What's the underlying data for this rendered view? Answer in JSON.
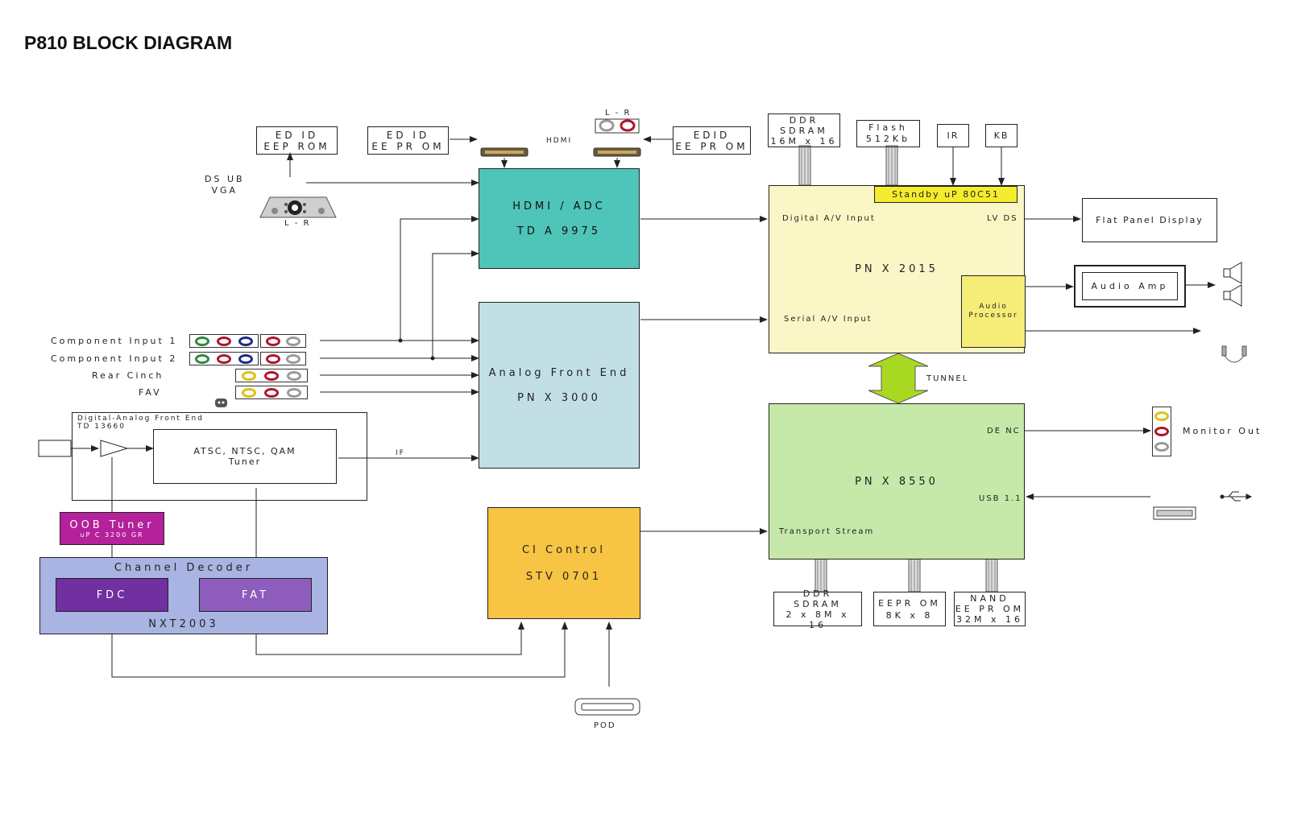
{
  "title": "P810 BLOCK DIAGRAM",
  "blocks": {
    "edid1": [
      "ED ID",
      "EEP ROM"
    ],
    "edid2": [
      "ED ID",
      "EE PR OM"
    ],
    "edid3": [
      "EDID",
      "EE PR OM"
    ],
    "hdmi_adc": [
      "HDMI / ADC",
      "TD A 9975"
    ],
    "afe": [
      "Analog Front End",
      "PN X 3000"
    ],
    "tuner_box_title": [
      "Digital-Analog Front End",
      "TD 13660"
    ],
    "tuner": [
      "ATSC, NTSC, QAM",
      "Tuner"
    ],
    "oob": [
      "OOB Tuner",
      "uP C 3200 GR"
    ],
    "channel_decoder": "Channel Decoder",
    "fdc": "FDC",
    "fat": "FAT",
    "nxt": "NXT2003",
    "ci": [
      "CI Control",
      "STV 0701"
    ],
    "pnx2015": "PN X 2015",
    "pnx8550": "PN X 8550",
    "ddr1": [
      "DDR",
      "SDRAM",
      "16M x 16"
    ],
    "flash": [
      "Flash",
      "512Kb"
    ],
    "ir": "IR",
    "kb": "KB",
    "standby": "Standby uP 80C51",
    "flat_panel": "Flat Panel Display",
    "audio_amp": "Audio Amp",
    "audio_proc": [
      "Audio",
      "Processor"
    ],
    "ddr2": [
      "DDR",
      "SDRAM",
      "2 x 8M x 16"
    ],
    "eeprom": [
      "EEPR OM",
      "8K x 8"
    ],
    "nand": [
      "NAND",
      "EE PR OM",
      "32M x 16"
    ]
  },
  "labels": {
    "dsub": [
      "DS UB",
      "VGA"
    ],
    "lr1": "L - R",
    "lr2": "L - R",
    "hdmi": "HDMI",
    "comp1": "Component Input 1",
    "comp2": "Component Input 2",
    "rear": "Rear Cinch",
    "fav": "FAV",
    "if": "IF",
    "digital_av": "Digital A/V Input",
    "serial_av": "Serial A/V Input",
    "lvds": "LV DS",
    "tunnel": "TUNNEL",
    "denc": "DE NC",
    "usb": "USB 1.1",
    "transport": "Transport Stream",
    "monitor_out": "Monitor Out",
    "pod": "POD",
    "usb_port": "USB"
  },
  "colors": {
    "hdmi_adc": "#4fc4b8",
    "afe": "#c2dfe6",
    "oob": "#b4219a",
    "channel_decoder": "#a9b4e2",
    "fdc": "#7030a0",
    "fat": "#8e5cbd",
    "ci": "#f7c443",
    "pnx2015": "#faf6c6",
    "pnx8550": "#c6e8a9",
    "standby": "#f4ec2c",
    "audio_proc": "#f6ec78",
    "tunnel": "#a9d822"
  },
  "icons": [
    "vga-connector-icon",
    "hdmi-connector-icon",
    "speaker-icon",
    "headphone-icon",
    "usb-icon",
    "pod-card-icon",
    "antenna-icon"
  ]
}
